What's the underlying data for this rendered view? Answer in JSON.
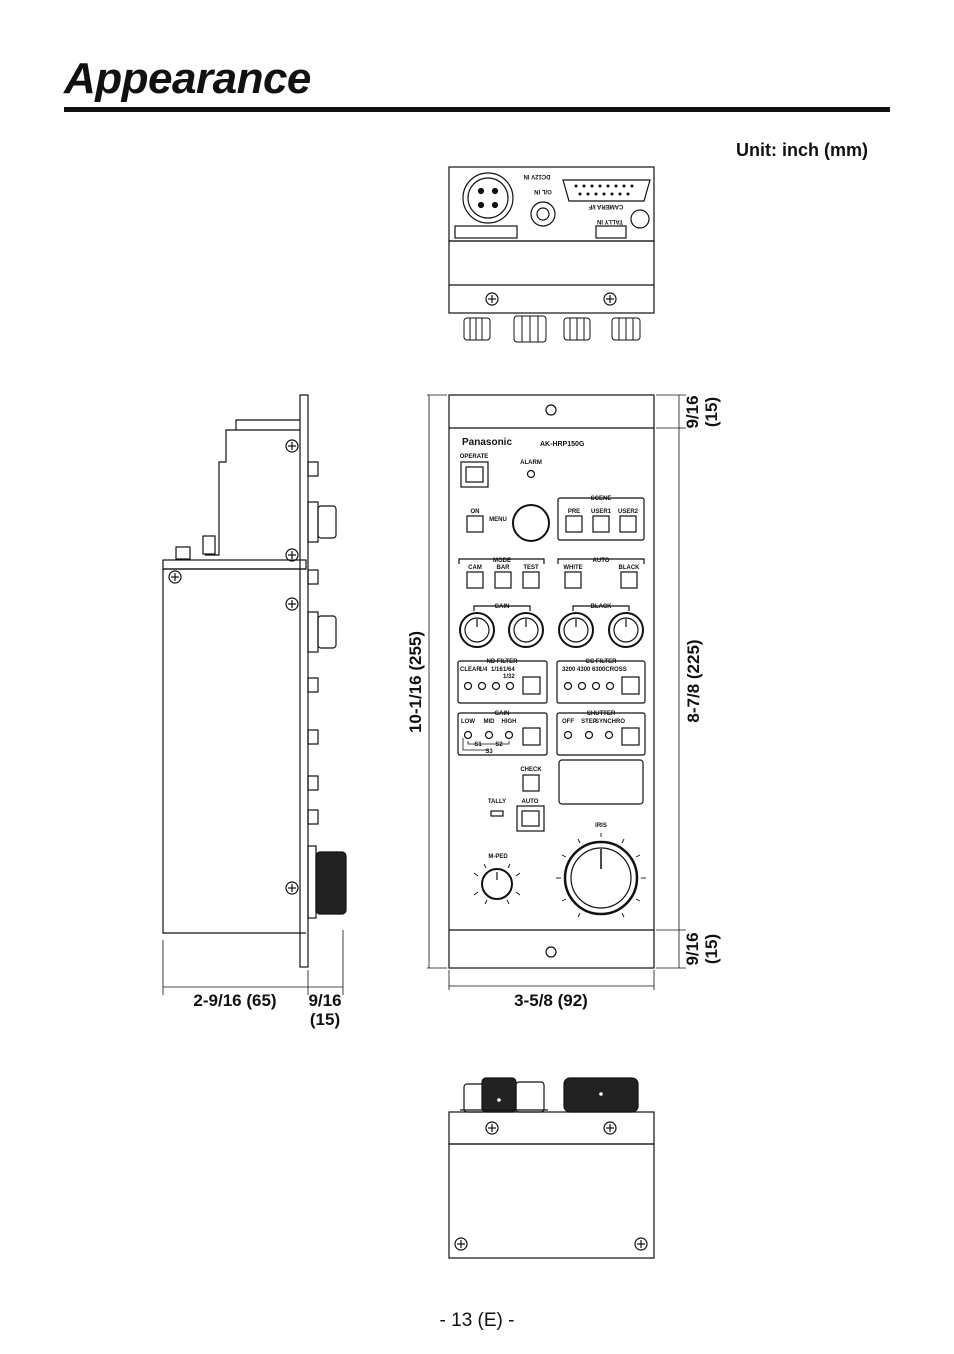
{
  "header": {
    "title": "Appearance",
    "unit": "Unit: inch (mm)"
  },
  "rear_panel": {
    "dc12v_in": "DC12V IN",
    "gl_in": "G/L IN",
    "camera_if": "CAMERA I/F",
    "tally_in": "TALLY IN"
  },
  "front_panel": {
    "brand": "Panasonic",
    "model": "AK-HRP150G",
    "operate": "OPERATE",
    "alarm": "ALARM",
    "on": "ON",
    "menu": "MENU",
    "scene": {
      "label": "SCENE",
      "buttons": [
        "PRE",
        "USER1",
        "USER2"
      ]
    },
    "mode": {
      "label": "MODE",
      "buttons": [
        "CAM",
        "BAR",
        "TEST"
      ]
    },
    "auto": {
      "label": "AUTO",
      "buttons": [
        "WHITE",
        "BLACK"
      ]
    },
    "gain_knobs": "GAIN",
    "black_knobs": "BLACK",
    "nd_filter": {
      "label": "ND FILTER",
      "options": [
        "CLEAR",
        "1/4",
        "1/16",
        "1/64",
        "1/32"
      ]
    },
    "cc_filter": {
      "label": "CC FILTER",
      "options": "3200 4300 6300CROSS"
    },
    "gain_sw": {
      "label": "GAIN",
      "options": [
        "LOW",
        "MID",
        "HIGH"
      ],
      "s1": "S1",
      "s2": "S2",
      "s3": "S3"
    },
    "shutter": {
      "label": "SHUTTER",
      "options": [
        "OFF",
        "STEP",
        "SYNCHRO"
      ]
    },
    "check": "CHECK",
    "tally": "TALLY",
    "auto_iris": "AUTO",
    "iris": "IRIS",
    "m_ped": "M-PED"
  },
  "dimensions": {
    "depth": "2-9/16 (65)",
    "knob_depth_a": "9/16",
    "knob_depth_b": "(15)",
    "width": "3-5/8 (92)",
    "height": "10-1/16 (255)",
    "inner_height": "8-7/8 (225)",
    "top_margin_a": "9/16",
    "top_margin_b": "(15)",
    "bottom_margin_a": "9/16",
    "bottom_margin_b": "(15)"
  },
  "footer": {
    "page": "- 13 (E) -"
  }
}
